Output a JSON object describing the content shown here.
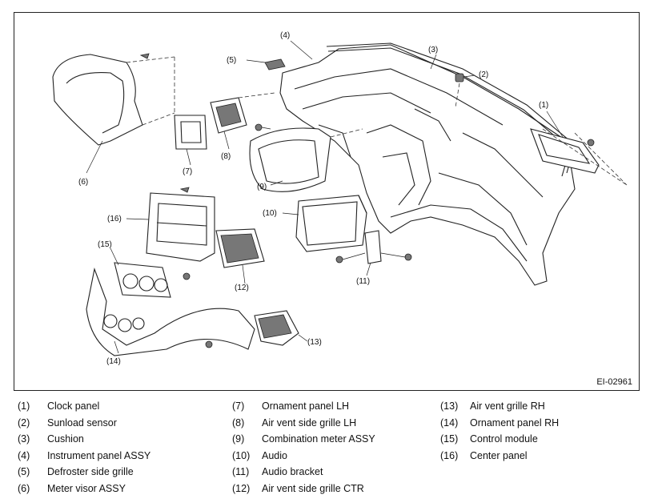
{
  "diagram": {
    "figure_id": "EI-02961",
    "callouts": {
      "c1": "(1)",
      "c2": "(2)",
      "c3": "(3)",
      "c4": "(4)",
      "c5": "(5)",
      "c6": "(6)",
      "c7": "(7)",
      "c8": "(8)",
      "c9": "(9)",
      "c10": "(10)",
      "c11": "(11)",
      "c12": "(12)",
      "c13": "(13)",
      "c14": "(14)",
      "c15": "(15)",
      "c16": "(16)"
    }
  },
  "legend": {
    "col1": [
      {
        "num": "(1)",
        "name": "Clock panel"
      },
      {
        "num": "(2)",
        "name": "Sunload sensor"
      },
      {
        "num": "(3)",
        "name": "Cushion"
      },
      {
        "num": "(4)",
        "name": "Instrument panel ASSY"
      },
      {
        "num": "(5)",
        "name": "Defroster side grille"
      },
      {
        "num": "(6)",
        "name": "Meter visor ASSY"
      }
    ],
    "col2": [
      {
        "num": "(7)",
        "name": "Ornament panel LH"
      },
      {
        "num": "(8)",
        "name": "Air vent side grille LH"
      },
      {
        "num": "(9)",
        "name": "Combination meter ASSY"
      },
      {
        "num": "(10)",
        "name": "Audio"
      },
      {
        "num": "(11)",
        "name": "Audio bracket"
      },
      {
        "num": "(12)",
        "name": "Air vent side grille CTR"
      }
    ],
    "col3": [
      {
        "num": "(13)",
        "name": "Air vent grille RH"
      },
      {
        "num": "(14)",
        "name": "Ornament panel RH"
      },
      {
        "num": "(15)",
        "name": "Control module"
      },
      {
        "num": "(16)",
        "name": "Center panel"
      }
    ]
  }
}
